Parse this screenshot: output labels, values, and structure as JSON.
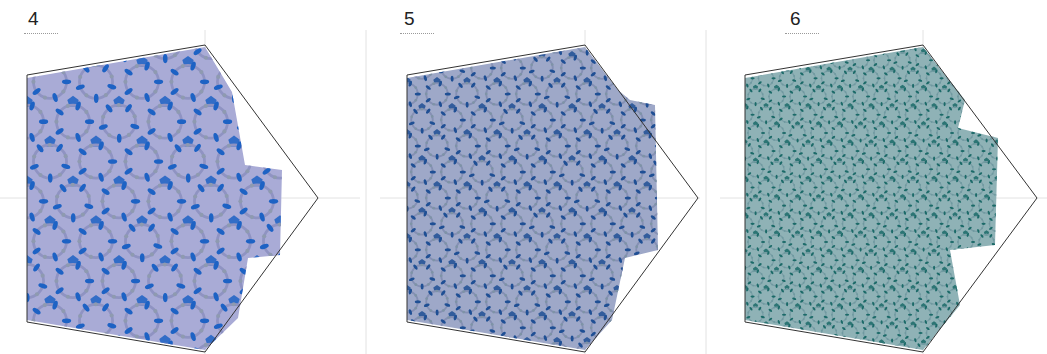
{
  "diagram": {
    "labels": [
      "4",
      "5",
      "6"
    ]
  }
}
